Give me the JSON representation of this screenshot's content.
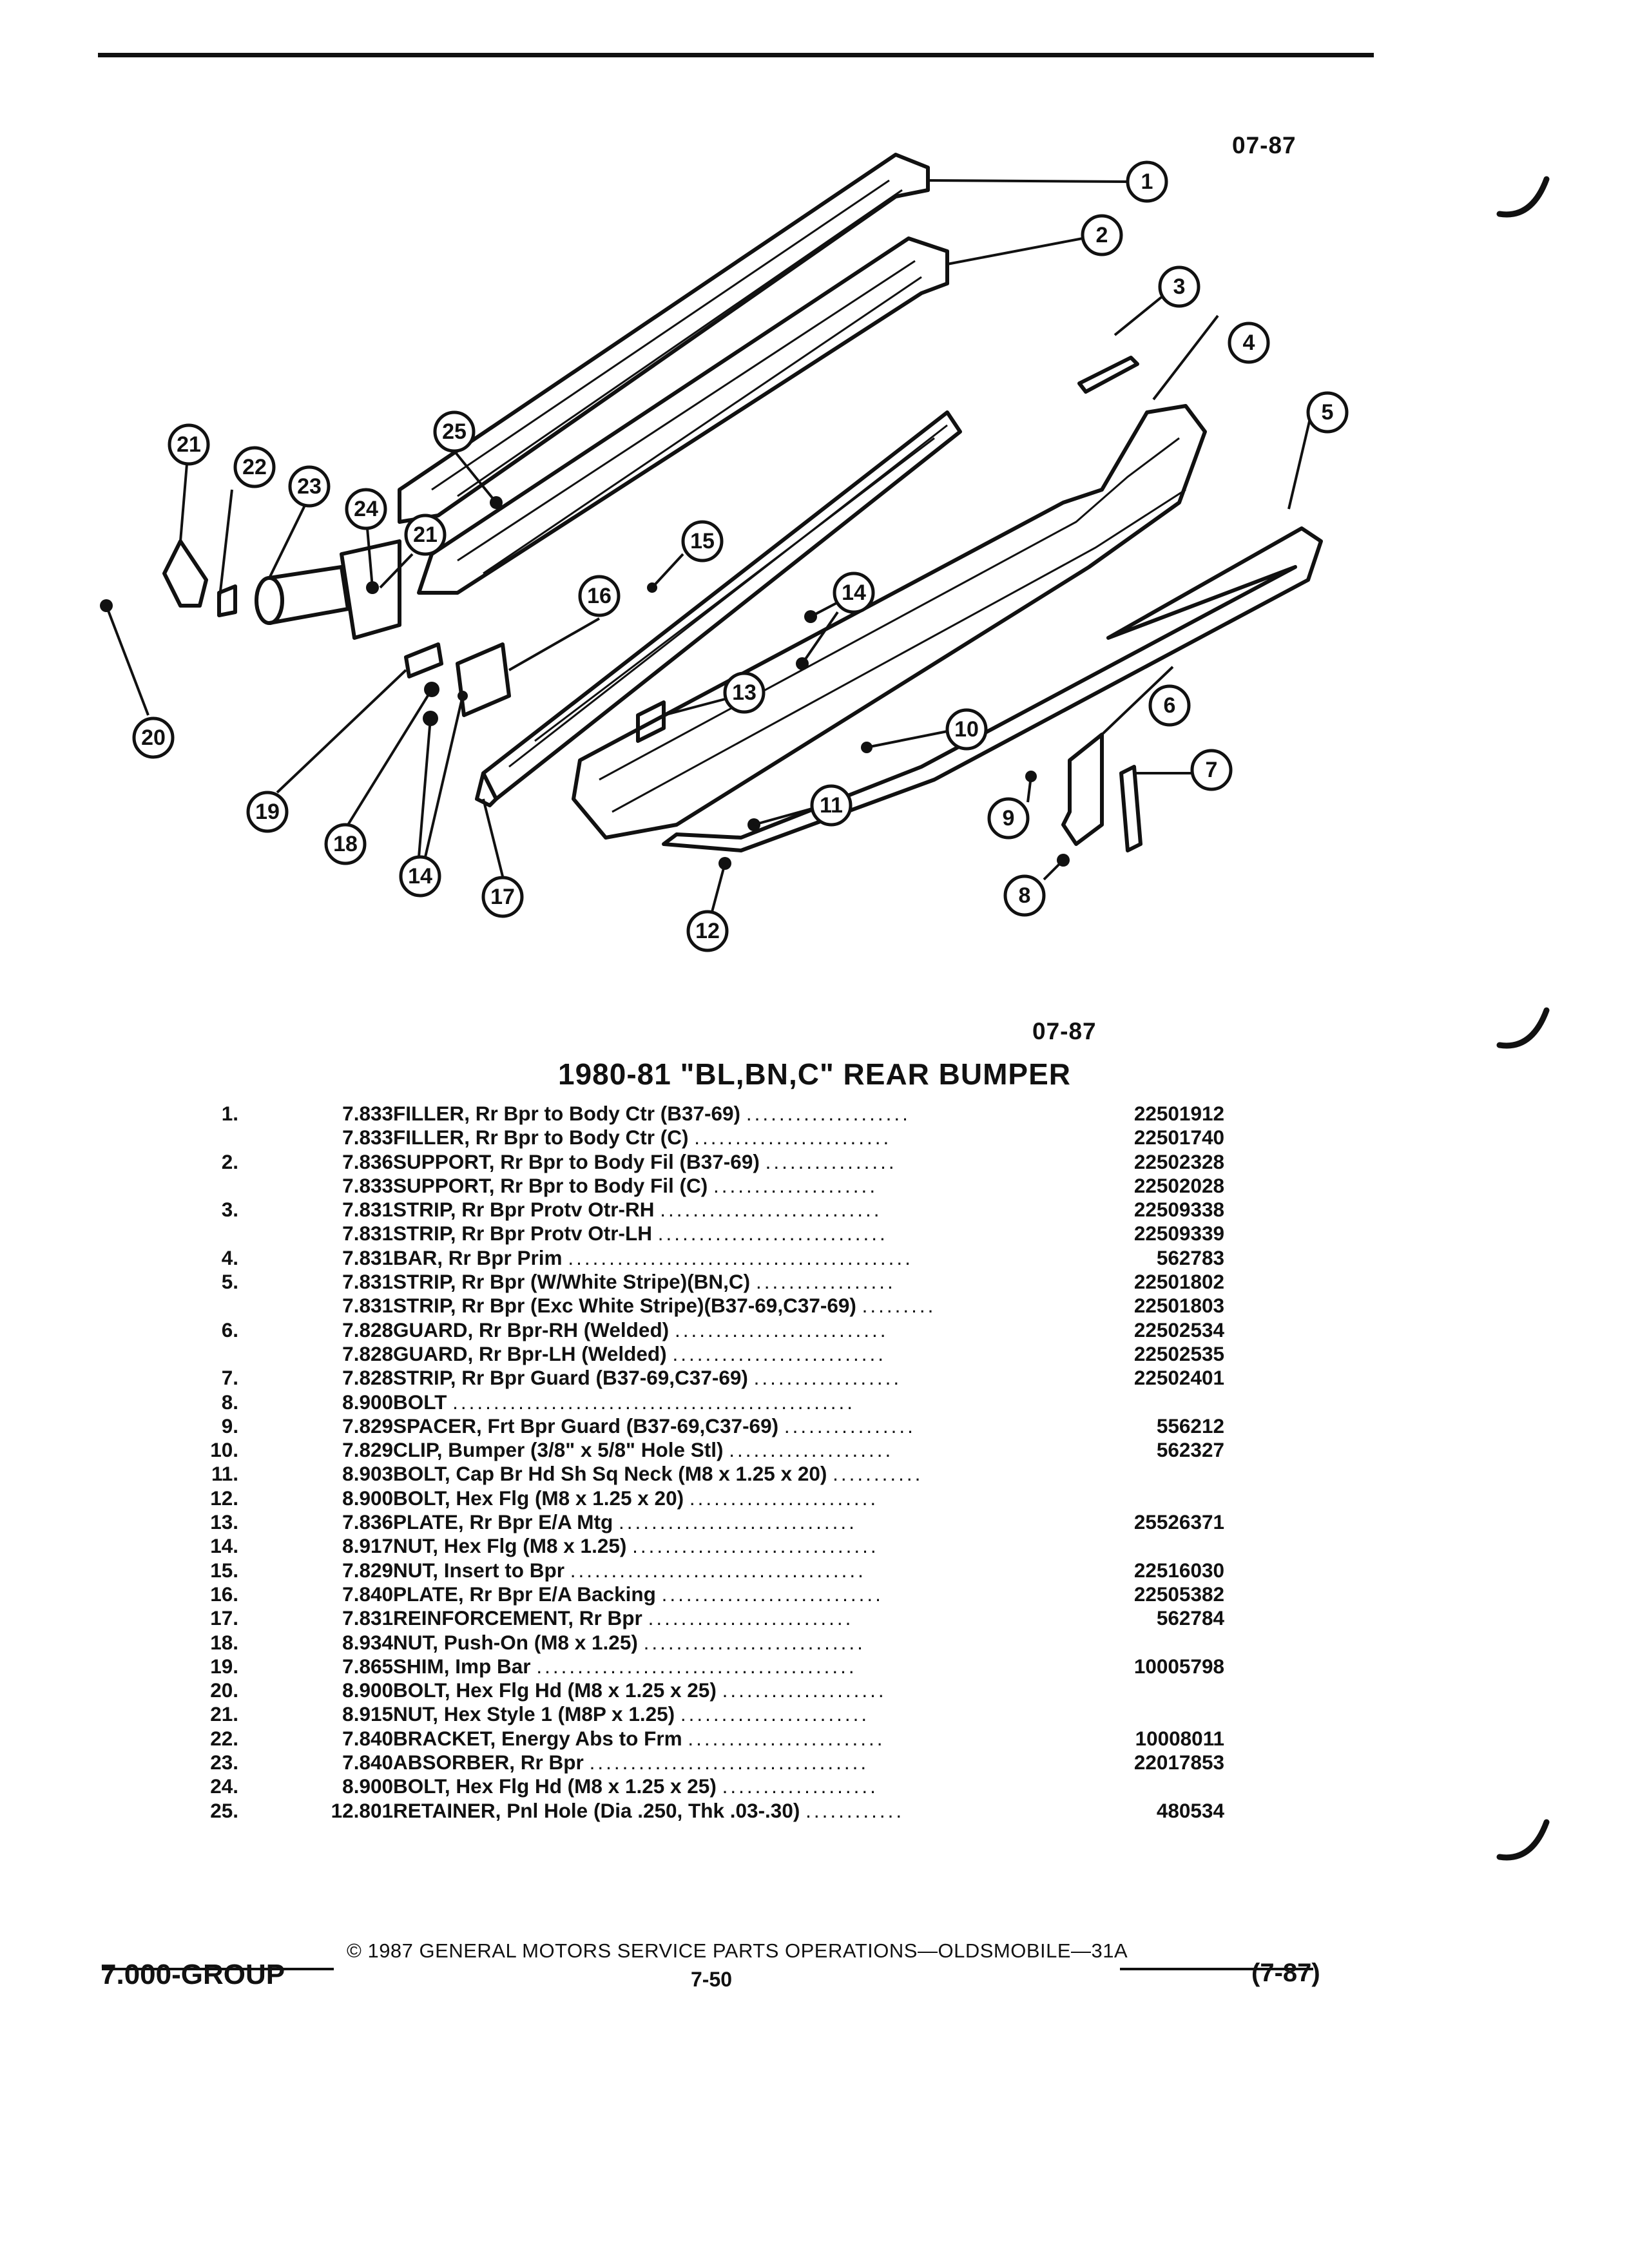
{
  "header": {
    "date_code_top": "07-87",
    "date_code_bottom": "07-87"
  },
  "diagram": {
    "callouts": [
      "1",
      "2",
      "3",
      "4",
      "5",
      "6",
      "7",
      "8",
      "9",
      "10",
      "11",
      "12",
      "13",
      "14",
      "15",
      "16",
      "17",
      "18",
      "19",
      "20",
      "21",
      "22",
      "23",
      "24",
      "25"
    ]
  },
  "title": "1980-81 \"BL,BN,C\" REAR BUMPER",
  "parts": [
    {
      "item": "1.",
      "group": "7.833",
      "name": "FILLER,",
      "desc": "Rr Bpr to Body Ctr (B37-69)",
      "dots": "....................",
      "part": "22501912"
    },
    {
      "item": "",
      "group": "7.833",
      "name": "FILLER,",
      "desc": "Rr Bpr to Body Ctr (C)",
      "dots": "........................",
      "part": "22501740"
    },
    {
      "item": "2.",
      "group": "7.836",
      "name": "SUPPORT,",
      "desc": "Rr Bpr to Body Fil (B37-69)",
      "dots": "................",
      "part": "22502328"
    },
    {
      "item": "",
      "group": "7.833",
      "name": "SUPPORT,",
      "desc": "Rr Bpr to Body Fil (C)",
      "dots": "....................",
      "part": "22502028"
    },
    {
      "item": "3.",
      "group": "7.831",
      "name": "STRIP,",
      "desc": "Rr Bpr Protv Otr-RH",
      "dots": "...........................",
      "part": "22509338"
    },
    {
      "item": "",
      "group": "7.831",
      "name": "STRIP,",
      "desc": "Rr Bpr Protv Otr-LH",
      "dots": "............................",
      "part": "22509339"
    },
    {
      "item": "4.",
      "group": "7.831",
      "name": "BAR,",
      "desc": "Rr Bpr Prim",
      "dots": "..........................................",
      "part": "562783"
    },
    {
      "item": "5.",
      "group": "7.831",
      "name": "STRIP,",
      "desc": "Rr Bpr (W/White Stripe)(BN,C)",
      "dots": ".................",
      "part": "22501802"
    },
    {
      "item": "",
      "group": "7.831",
      "name": "STRIP,",
      "desc": "Rr Bpr (Exc White Stripe)(B37-69,C37-69)",
      "dots": ".........",
      "part": "22501803"
    },
    {
      "item": "6.",
      "group": "7.828",
      "name": "GUARD,",
      "desc": "Rr Bpr-RH (Welded)",
      "dots": "..........................",
      "part": "22502534"
    },
    {
      "item": "",
      "group": "7.828",
      "name": "GUARD,",
      "desc": "Rr Bpr-LH (Welded)",
      "dots": "..........................",
      "part": "22502535"
    },
    {
      "item": "7.",
      "group": "7.828",
      "name": "STRIP,",
      "desc": "Rr Bpr Guard (B37-69,C37-69)",
      "dots": "..................",
      "part": "22502401"
    },
    {
      "item": "8.",
      "group": "8.900",
      "name": "BOLT",
      "desc": "",
      "dots": ".................................................",
      "part": ""
    },
    {
      "item": "9.",
      "group": "7.829",
      "name": "SPACER,",
      "desc": "Frt Bpr Guard (B37-69,C37-69)",
      "dots": "................",
      "part": "556212"
    },
    {
      "item": "10.",
      "group": "7.829",
      "name": "CLIP,",
      "desc": "Bumper (3/8\" x 5/8\" Hole Stl)",
      "dots": "....................",
      "part": "562327"
    },
    {
      "item": "11.",
      "group": "8.903",
      "name": "BOLT,",
      "desc": "Cap Br Hd Sh Sq Neck (M8 x 1.25 x 20)",
      "dots": "...........",
      "part": ""
    },
    {
      "item": "12.",
      "group": "8.900",
      "name": "BOLT,",
      "desc": "Hex Flg (M8 x 1.25 x 20)",
      "dots": ".......................",
      "part": ""
    },
    {
      "item": "13.",
      "group": "7.836",
      "name": "PLATE,",
      "desc": "Rr Bpr E/A Mtg",
      "dots": ".............................",
      "part": "25526371"
    },
    {
      "item": "14.",
      "group": "8.917",
      "name": "NUT,",
      "desc": "Hex Flg (M8 x 1.25)",
      "dots": "..............................",
      "part": ""
    },
    {
      "item": "15.",
      "group": "7.829",
      "name": "NUT,",
      "desc": "Insert to Bpr",
      "dots": "....................................",
      "part": "22516030"
    },
    {
      "item": "16.",
      "group": "7.840",
      "name": "PLATE,",
      "desc": "Rr Bpr E/A Backing",
      "dots": "...........................",
      "part": "22505382"
    },
    {
      "item": "17.",
      "group": "7.831",
      "name": "REINFORCEMENT,",
      "desc": "Rr Bpr",
      "dots": ".........................",
      "part": "562784"
    },
    {
      "item": "18.",
      "group": "8.934",
      "name": "NUT,",
      "desc": "Push-On (M8 x 1.25)",
      "dots": "...........................",
      "part": ""
    },
    {
      "item": "19.",
      "group": "7.865",
      "name": "SHIM,",
      "desc": "Imp Bar",
      "dots": ".......................................",
      "part": "10005798"
    },
    {
      "item": "20.",
      "group": "8.900",
      "name": "BOLT,",
      "desc": "Hex Flg Hd (M8 x 1.25 x 25)",
      "dots": "....................",
      "part": ""
    },
    {
      "item": "21.",
      "group": "8.915",
      "name": "NUT,",
      "desc": "Hex Style 1 (M8P x 1.25)",
      "dots": ".......................",
      "part": ""
    },
    {
      "item": "22.",
      "group": "7.840",
      "name": "BRACKET,",
      "desc": "Energy Abs to Frm",
      "dots": "........................",
      "part": "10008011"
    },
    {
      "item": "23.",
      "group": "7.840",
      "name": "ABSORBER,",
      "desc": "Rr Bpr",
      "dots": "..................................",
      "part": "22017853"
    },
    {
      "item": "24.",
      "group": "8.900",
      "name": "BOLT,",
      "desc": "Hex Flg Hd (M8 x 1.25 x 25)",
      "dots": "...................",
      "part": ""
    },
    {
      "item": "25.",
      "group": "12.801",
      "name": "RETAINER,",
      "desc": "Pnl Hole (Dia .250, Thk .03-.30)",
      "dots": "............",
      "part": "480534"
    }
  ],
  "footer": {
    "copyright": "© 1987 GENERAL MOTORS SERVICE PARTS OPERATIONS—OLDSMOBILE—31A",
    "group_label": "7.000-GROUP",
    "page_number": "7-50",
    "revision": "(7-87)"
  }
}
